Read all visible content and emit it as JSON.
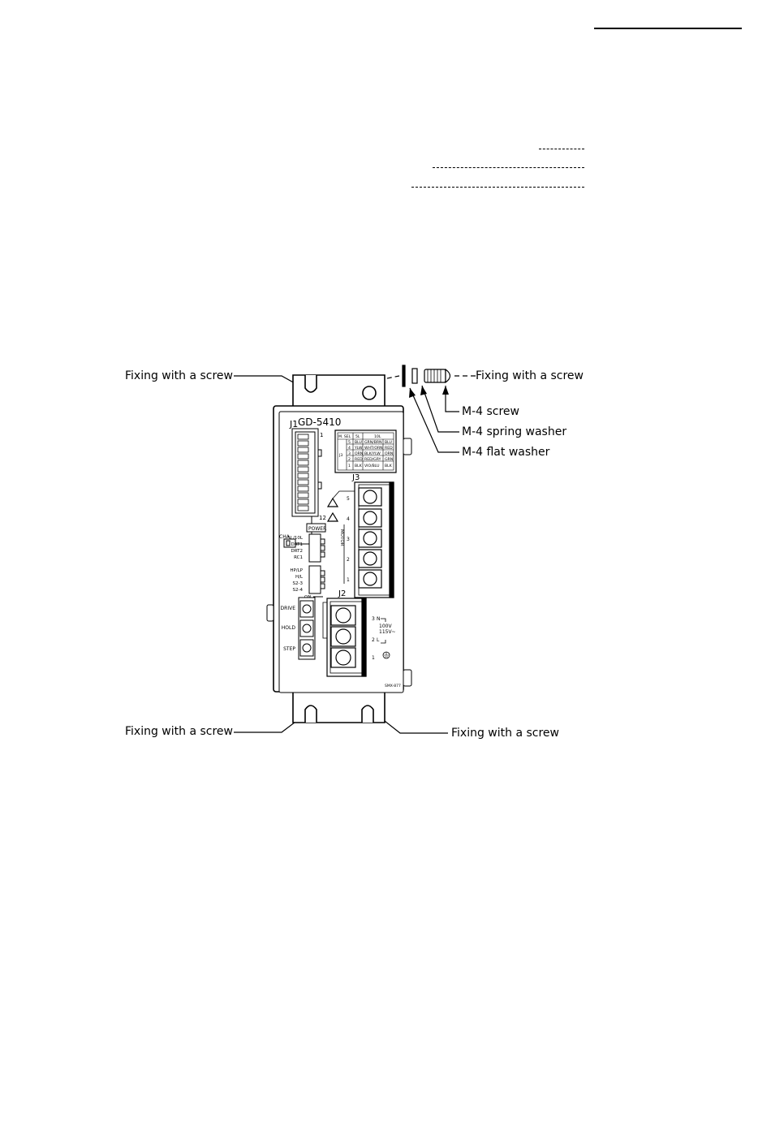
{
  "callouts": {
    "top_left": "Fixing with a screw",
    "top_right": "Fixing with a screw",
    "bottom_left": "Fixing with a screw",
    "bottom_right": "Fixing with a screw",
    "m4_screw": "M-4 screw",
    "m4_spring_washer": "M-4 spring washer",
    "m4_flat_washer": "M-4 flat washer"
  },
  "device": {
    "model": "GD-5410",
    "j1": "J1",
    "j2": "J2",
    "j3": "J3",
    "j1_pin_first": "1",
    "j1_pin_last": "12",
    "power": "POWER",
    "cha": "CHA",
    "motor": "MOTOR",
    "on": "ON",
    "drive": "DRIVE",
    "hold": "HOLD",
    "step": "STEP",
    "sw1": [
      "5L/10L",
      "DRT1",
      "DRT2",
      "RC1"
    ],
    "sw2": [
      "HP/LP",
      "H/L",
      "S2-3",
      "S2-4"
    ],
    "j3_pins": [
      "5",
      "4",
      "3",
      "2",
      "1"
    ],
    "j2_pins": [
      "3",
      "2",
      "1"
    ],
    "j2_n": "N",
    "j2_l": "L",
    "voltage_1": "100V",
    "voltage_2": "115V~",
    "part_code": "SMX-877",
    "table": {
      "headers": [
        "M. SEL",
        "5L",
        "10L"
      ],
      "group_label": "J3",
      "rows": [
        [
          "5",
          "BLU",
          "GRN/BRN",
          "BLU"
        ],
        [
          "4",
          "YLW",
          "WHT/ORN",
          "RED"
        ],
        [
          "3",
          "ORN",
          "BLK/YLW",
          "ORN"
        ],
        [
          "2",
          "RED",
          "RED/GRY",
          "GRN"
        ],
        [
          "1",
          "BLK",
          "VIO/BLU",
          "BLK"
        ]
      ]
    }
  }
}
